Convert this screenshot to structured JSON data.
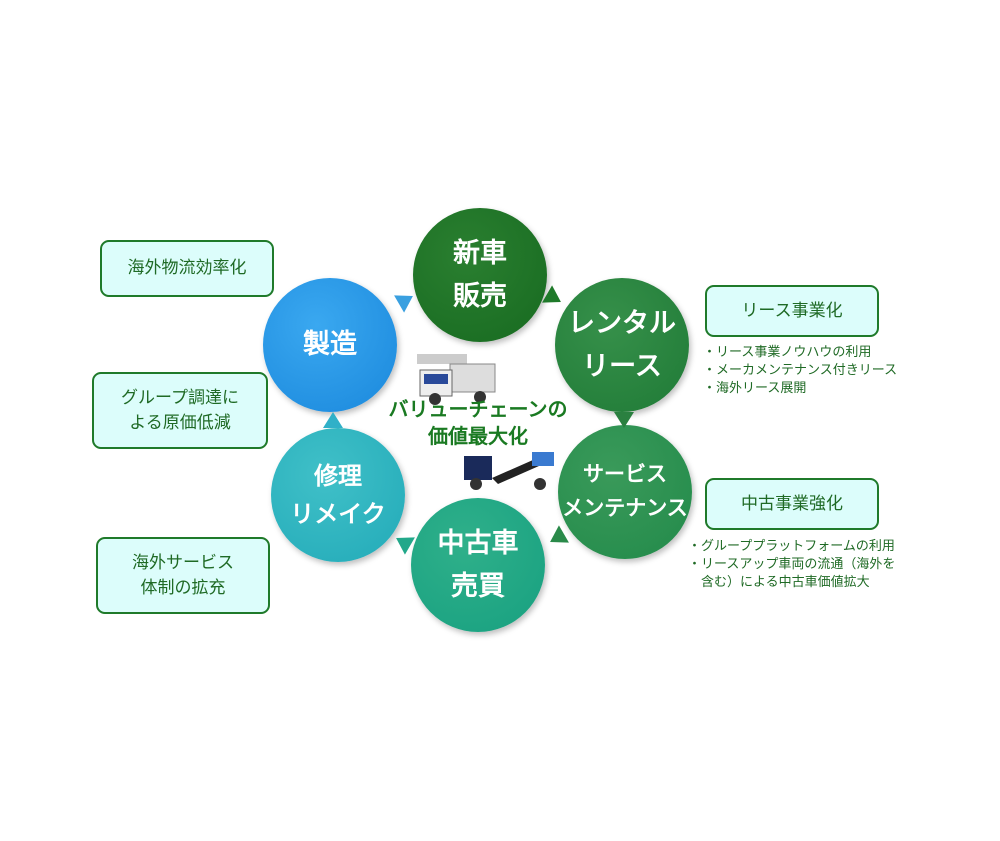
{
  "cycle": [
    {
      "line1": "新車",
      "line2": "販売"
    },
    {
      "line1": "レンタル",
      "line2": "リース"
    },
    {
      "line1": "サービス",
      "line2": "メンテナンス"
    },
    {
      "line1": "中古車",
      "line2": "売買"
    },
    {
      "line1": "修理",
      "line2": "リメイク"
    },
    {
      "line1": "製造"
    }
  ],
  "center": {
    "line1": "バリューチェーンの",
    "line2": "価値最大化"
  },
  "left_boxes": [
    {
      "line1": "海外物流効率化"
    },
    {
      "line1": "グループ調達に",
      "line2": "よる原価低減"
    },
    {
      "line1": "海外サービス",
      "line2": "体制の拡充"
    }
  ],
  "right_boxes": [
    {
      "title": "リース事業化",
      "bullets": [
        "・リース事業ノウハウの利用",
        "・メーカメンテナンス付きリース",
        "・海外リース展開"
      ]
    },
    {
      "title": "中古事業強化",
      "bullets": [
        "・グループプラットフォームの利用",
        "・リースアップ車両の流通（海外を",
        "　含む）による中古車価値拡大"
      ]
    }
  ]
}
